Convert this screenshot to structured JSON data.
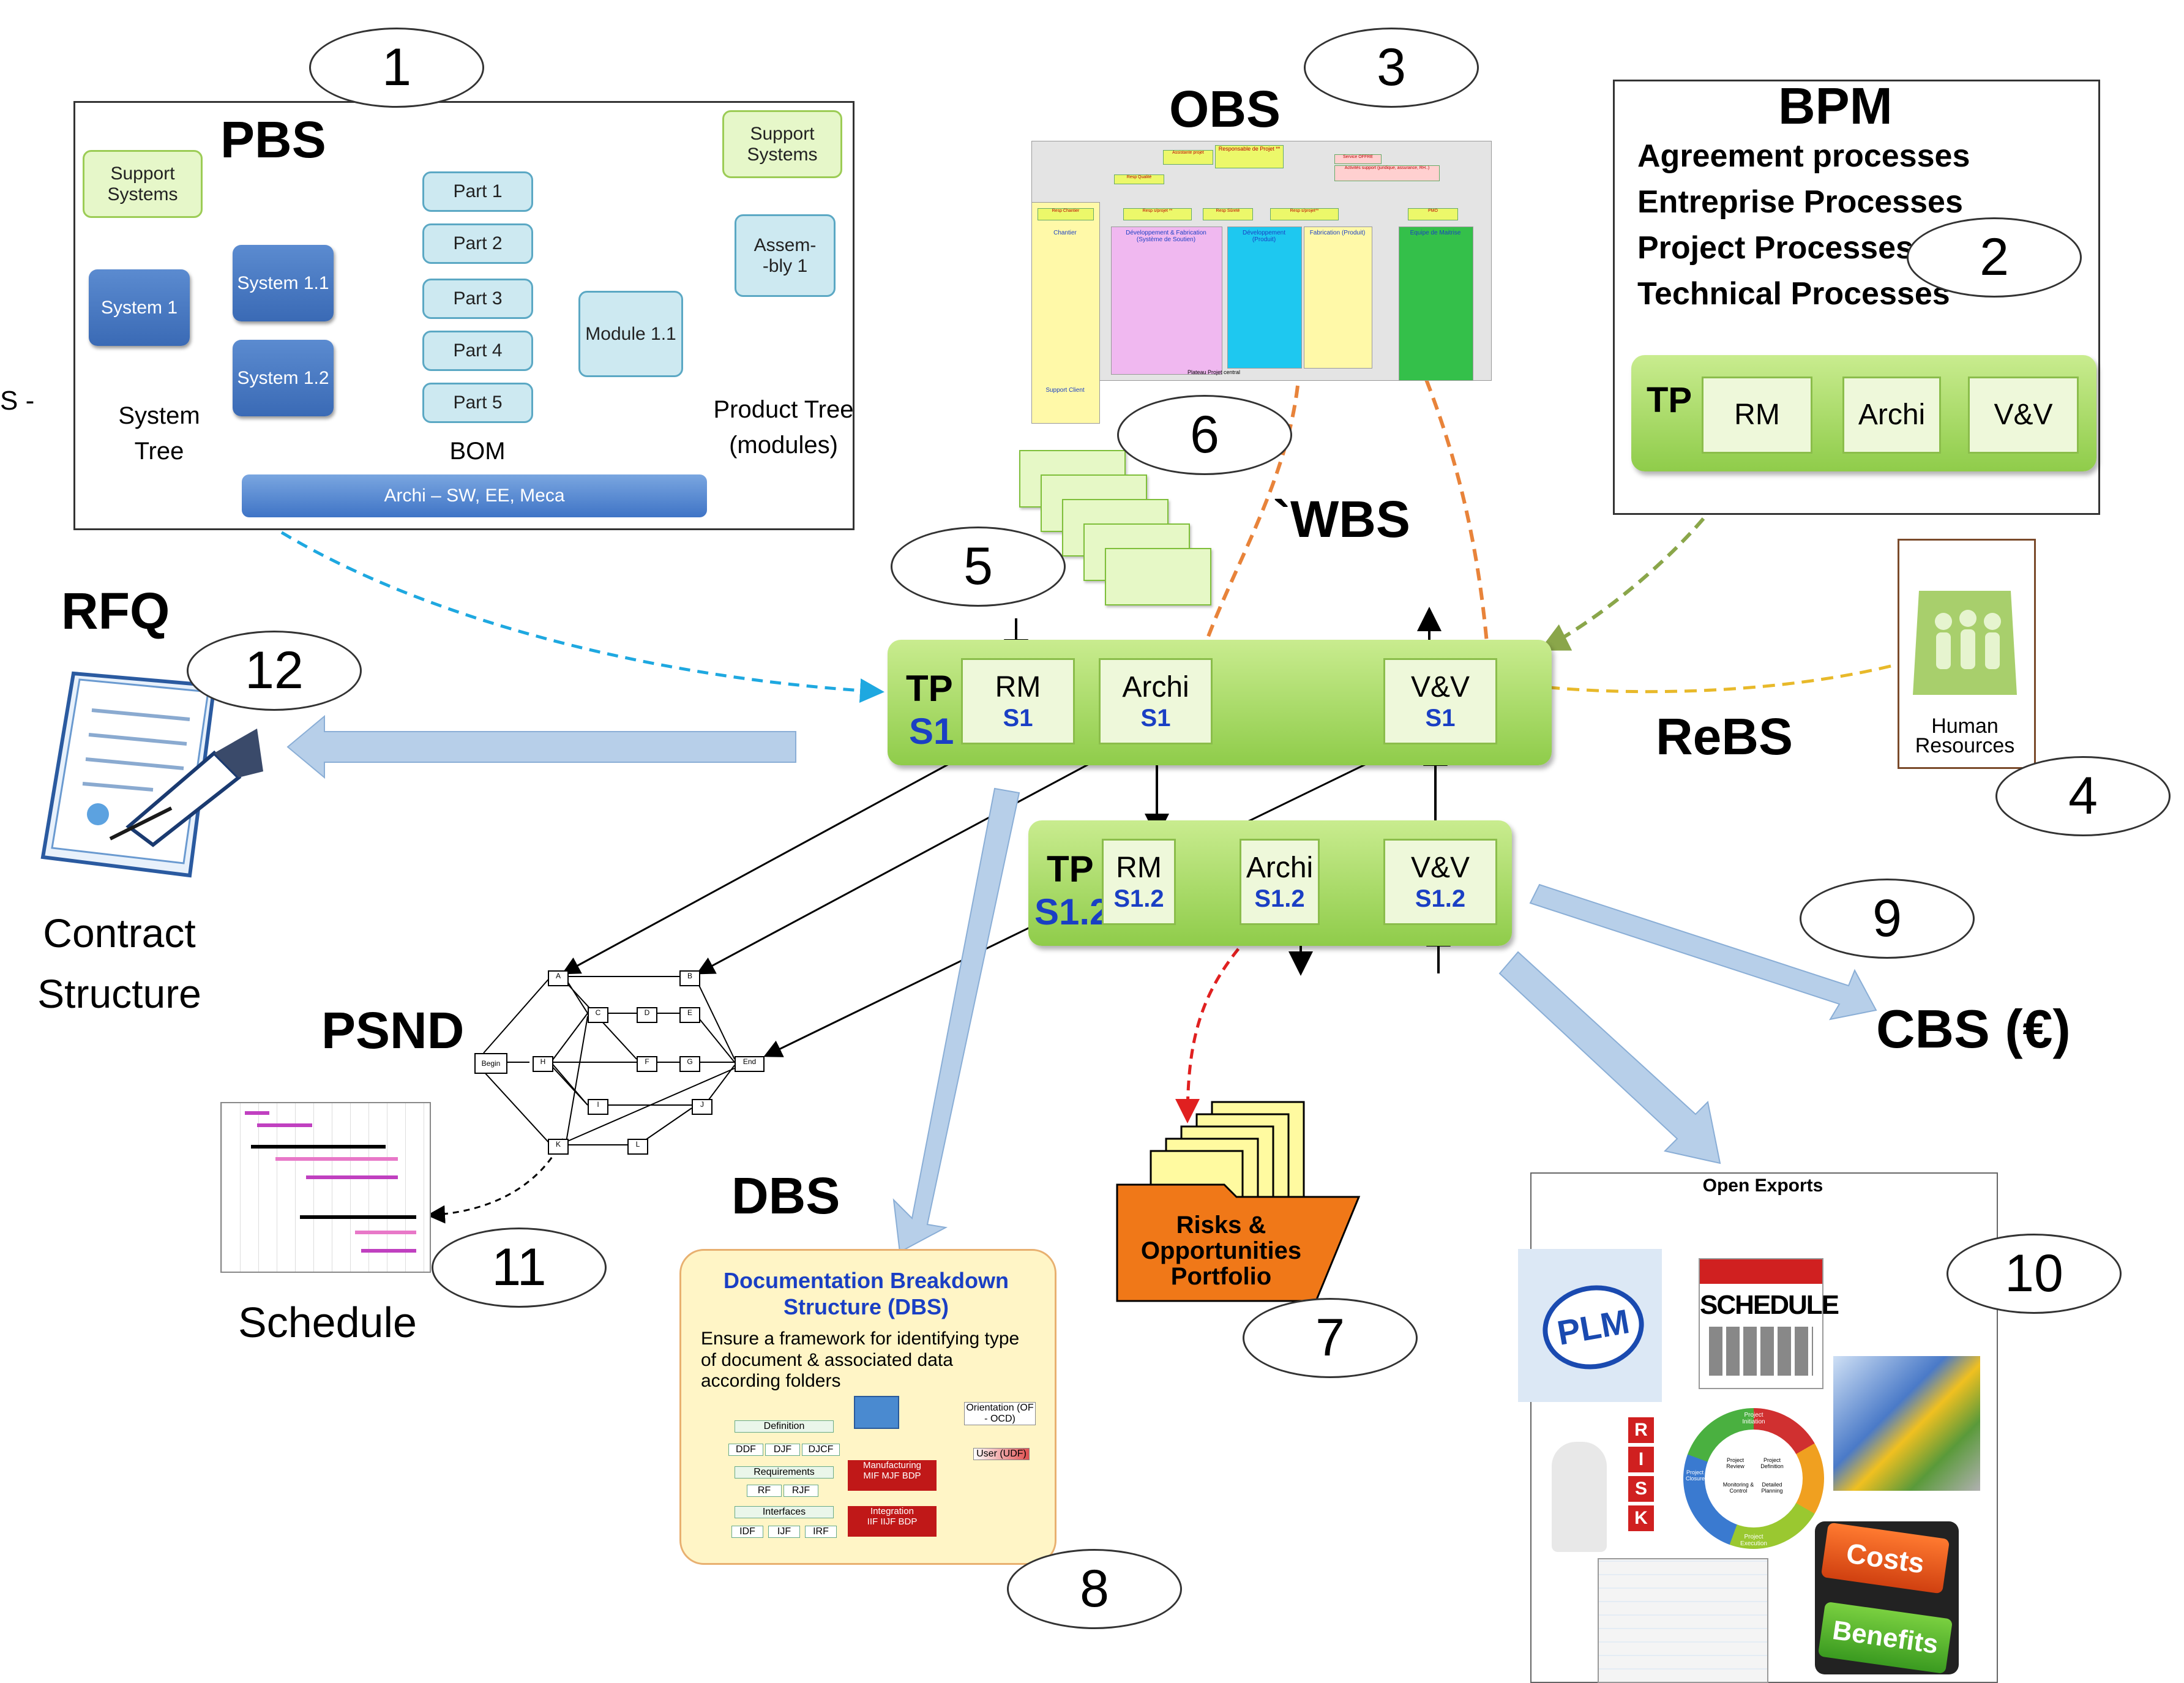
{
  "colors": {
    "tp_green": "#8fcc4a",
    "sub_blue": "#1a3fc4",
    "cyan_dash": "#1ea8e0",
    "orange_dash": "#e8833a",
    "yellow_dash": "#e8b92a",
    "olive_dash": "#8aa64a",
    "red_dash": "#e02020",
    "arrow_blue": "#b7cfe9"
  },
  "numbers": [
    "1",
    "2",
    "3",
    "4",
    "5",
    "6",
    "7",
    "8",
    "9",
    "10",
    "11",
    "12"
  ],
  "pbs": {
    "title": "PBS",
    "support_left": "Support Systems",
    "support_right": "Support Systems",
    "system1": "System 1",
    "system11": "System 1.1",
    "system12": "System 1.2",
    "parts": [
      "Part 1",
      "Part 2",
      "Part 3",
      "Part 4",
      "Part 5"
    ],
    "module": "Module 1.1",
    "assembly": "Assem- -bly 1",
    "system_tree": "System Tree",
    "bom": "BOM",
    "product_tree": "Product Tree (modules)",
    "archi_bar": "Archi – SW, EE, Meca",
    "left_fragment": "S -"
  },
  "bpm": {
    "title": "BPM",
    "lines": [
      "Agreement processes",
      "Entreprise Processes",
      "Project Processes",
      "Technical Processes"
    ],
    "tp": "TP",
    "boxes": [
      "RM",
      "Archi",
      "V&V"
    ]
  },
  "obs": {
    "title": "OBS",
    "top": [
      "Assistante projet",
      "Responsable de Projet **",
      "Service OFFRE",
      "Activités support (juridique, assurance, RH..)"
    ],
    "qual": "Resp Qualité",
    "row": [
      "Resp Chantier",
      "Resp s/projet **",
      "Resp Sûreté",
      "Resp s/projet**",
      "PMO"
    ],
    "cols": [
      "Chantier",
      "Développement & Fabrication (Système de Soutien)",
      "Développement (Produit)",
      "Fabrication (Produit)",
      "Equipe de Maitrise"
    ],
    "footer": "Plateau Projet central",
    "support_client": "Support Client"
  },
  "wbs": {
    "title": "`WBS"
  },
  "tp_s1": {
    "tp": "TP",
    "s": "S1",
    "boxes": [
      {
        "main": "RM",
        "sub": "S1"
      },
      {
        "main": "Archi",
        "sub": "S1"
      },
      {
        "main": "V&V",
        "sub": "S1"
      }
    ]
  },
  "tp_s12": {
    "tp": "TP",
    "s": "S1.2",
    "boxes": [
      {
        "main": "RM",
        "sub": "S1.2"
      },
      {
        "main": "Archi",
        "sub": "S1.2"
      },
      {
        "main": "V&V",
        "sub": "S1.2"
      }
    ]
  },
  "rfq": {
    "title": "RFQ",
    "caption": "Contract Structure"
  },
  "rebs": {
    "title": "ReBS",
    "hr": "Human Resources"
  },
  "psnd": {
    "title": "PSND",
    "nodes": [
      "Begin",
      "A",
      "B",
      "C",
      "D",
      "E",
      "F",
      "G",
      "H",
      "I",
      "J",
      "K",
      "L",
      "End"
    ]
  },
  "schedule": {
    "caption": "Schedule"
  },
  "dbs": {
    "title": "DBS",
    "panel_title": "Documentation Breakdown Structure (DBS)",
    "desc": "Ensure a framework for identifying type of document & associated data according folders",
    "definition": "Definition",
    "definition_codes": [
      "DDF",
      "DJF",
      "DJCF"
    ],
    "requirements": "Requirements",
    "requirements_codes": [
      "RF",
      "RJF"
    ],
    "interfaces": "Interfaces",
    "interfaces_codes": [
      "IDF",
      "IJF",
      "IRF"
    ],
    "orientation": "Orientation (OF - OCD)",
    "user": "User (UDF)",
    "manufacturing": "Manufacturing",
    "manufacturing_codes": "MIF MJF BDP",
    "integration": "Integration",
    "integration_codes": "IIF IIJF BDP"
  },
  "risks": {
    "label": "Risks & Opportunities Portfolio"
  },
  "cbs": {
    "title": "CBS (€)"
  },
  "exports": {
    "title": "Open Exports",
    "plm": "PLM",
    "schedule": "SCHEDULE",
    "risk_letters": [
      "R",
      "I",
      "S",
      "K"
    ],
    "wheel": [
      "Project Initiation",
      "Project Definition",
      "Detailed Planning",
      "Project Execution",
      "Monitoring & Control",
      "Project Closure",
      "Project Review"
    ],
    "costs": "Costs",
    "benefits": "Benefits"
  }
}
